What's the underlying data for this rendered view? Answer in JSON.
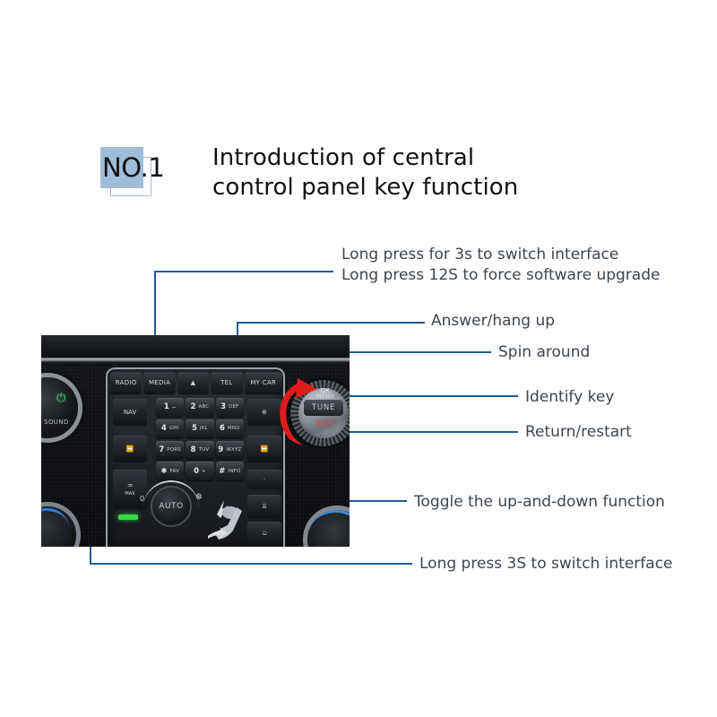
{
  "header": {
    "badge_label": "NO.1",
    "badge_color": "#9fbdd8",
    "title_line1": "Introduction of central",
    "title_line2": "control panel key function"
  },
  "theme": {
    "leader_line_color": "#1f5c99",
    "callout_text_color": "#3c4650",
    "title_color": "#121212"
  },
  "callouts": [
    {
      "id": "media-button",
      "line1": "Long press for 3s to switch interface",
      "line2": "Long press 12S to force software upgrade"
    },
    {
      "id": "tel-button",
      "line1": "Answer/hang up"
    },
    {
      "id": "tune-rotate",
      "line1": "Spin around"
    },
    {
      "id": "ok-menu",
      "line1": "Identify key"
    },
    {
      "id": "exit-button",
      "line1": "Return/restart"
    },
    {
      "id": "track-buttons",
      "line1": "Toggle the up-and-down function"
    },
    {
      "id": "nav-button",
      "line1": "Long press 3S to switch interface"
    }
  ],
  "panel": {
    "top_buttons": [
      {
        "label": "RADIO"
      },
      {
        "label": "MEDIA"
      },
      {
        "label": "▲"
      },
      {
        "label": "TEL"
      },
      {
        "label": "MY CAR"
      }
    ],
    "keypad": [
      {
        "num": "1",
        "sub": "⌴"
      },
      {
        "num": "2",
        "sub": "ABC"
      },
      {
        "num": "3",
        "sub": "DEF"
      },
      {
        "num": "4",
        "sub": "GHI"
      },
      {
        "num": "5",
        "sub": "JKL"
      },
      {
        "num": "6",
        "sub": "MNO"
      },
      {
        "num": "7",
        "sub": "PQRS"
      },
      {
        "num": "8",
        "sub": "TUV"
      },
      {
        "num": "9",
        "sub": "WXYZ"
      },
      {
        "num": "✱",
        "sub": "FAV"
      },
      {
        "num": "0",
        "sub": "+"
      },
      {
        "num": "#",
        "sub": "INFO"
      }
    ],
    "side_buttons": {
      "nav": "NAV",
      "prev": "⏪",
      "next": "⏩",
      "globe": "⊕",
      "defrost": "♒",
      "defrost_sub": "MAX",
      "dot": "·",
      "seat": "⌸",
      "hatch": "⎐"
    },
    "tune_knob": {
      "ok": "OK",
      "menu": "MENU",
      "tune": "TUNE",
      "exit": "EXIT",
      "rotation_arrow_color": "#e01b1b"
    },
    "climate": {
      "auto": "AUTO",
      "zero": "0",
      "fan": "❆"
    },
    "left_knob": {
      "power": "⏻",
      "sound": "SOUND"
    }
  }
}
